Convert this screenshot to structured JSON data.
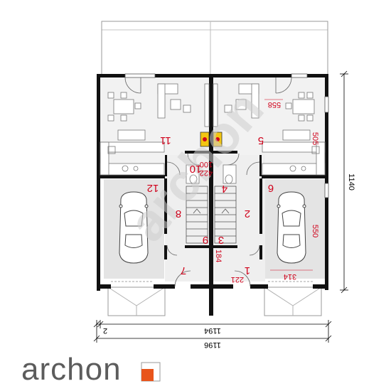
{
  "plan": {
    "rooms": [
      {
        "id": "1",
        "label": "1"
      },
      {
        "id": "2",
        "label": "2"
      },
      {
        "id": "3",
        "label": "3"
      },
      {
        "id": "4",
        "label": "4"
      },
      {
        "id": "5",
        "label": "5"
      },
      {
        "id": "6",
        "label": "6"
      },
      {
        "id": "7",
        "label": "7"
      },
      {
        "id": "8",
        "label": "8"
      },
      {
        "id": "9",
        "label": "9"
      },
      {
        "id": "10",
        "label": "10"
      },
      {
        "id": "11",
        "label": "11"
      },
      {
        "id": "12",
        "label": "12"
      }
    ],
    "interior_dimensions": [
      "558",
      "505",
      "100",
      "422",
      "550",
      "314",
      "221",
      "184"
    ],
    "overall_dimensions": {
      "height": "1140",
      "inner_width": "1194",
      "outer_width": "1196",
      "offset": "2"
    },
    "watermark": "archon"
  },
  "brand": {
    "name": "archon",
    "accent_color": "#e8541b",
    "text_color": "#5c5c5c"
  }
}
